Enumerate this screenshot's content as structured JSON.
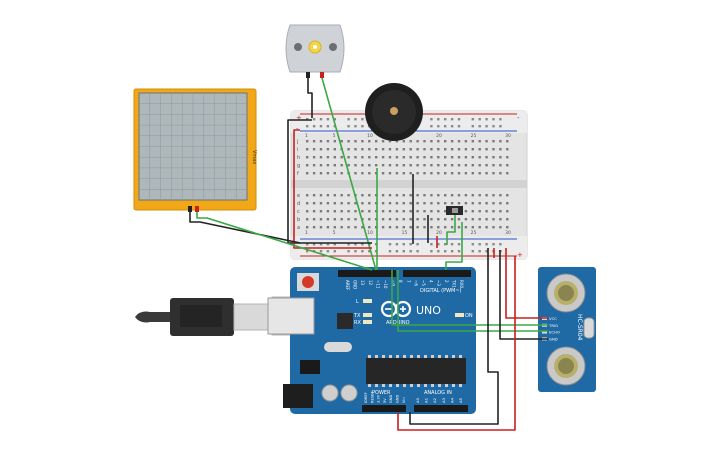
{
  "oscilloscope": {
    "label": "Vmax"
  },
  "arduino": {
    "brand": "ARDUINO",
    "model": "UNO",
    "digital_label": "DIGITAL (PWM~)",
    "power_label": "POWER",
    "analog_label": "ANALOG IN",
    "led_labels": [
      "L",
      "TX",
      "RX",
      "ON"
    ],
    "top_pins": [
      "AREF",
      "GND",
      "13",
      "12",
      "~11",
      "~10",
      "~9",
      "8",
      "7",
      "~6",
      "~5",
      "4",
      "~3",
      "2",
      "TX1",
      "RX0"
    ],
    "power_pins": [
      "IOREF",
      "RESET",
      "3.3V",
      "5V",
      "GND",
      "GND",
      "Vin"
    ],
    "analog_pins": [
      "A0",
      "A1",
      "A2",
      "A3",
      "A4",
      "A5"
    ]
  },
  "sensor": {
    "model": "HC-SR04",
    "pins": [
      "VCC",
      "TRIG",
      "ECHO",
      "GND"
    ]
  },
  "breadboard": {
    "col_numbers": [
      "1",
      "5",
      "10",
      "15",
      "20",
      "25",
      "30"
    ],
    "row_letters_top": [
      "j",
      "i",
      "h",
      "g",
      "f"
    ],
    "row_letters_bottom": [
      "e",
      "d",
      "c",
      "b",
      "a"
    ],
    "rail_plus": "+",
    "rail_minus": "-"
  },
  "colors": {
    "board_blue": "#1f6aa5",
    "scope_frame": "#f0a818",
    "wire_green": "#3aa845",
    "wire_red": "#c8201e",
    "wire_black": "#222222",
    "breadboard": "#e6e6e6"
  }
}
